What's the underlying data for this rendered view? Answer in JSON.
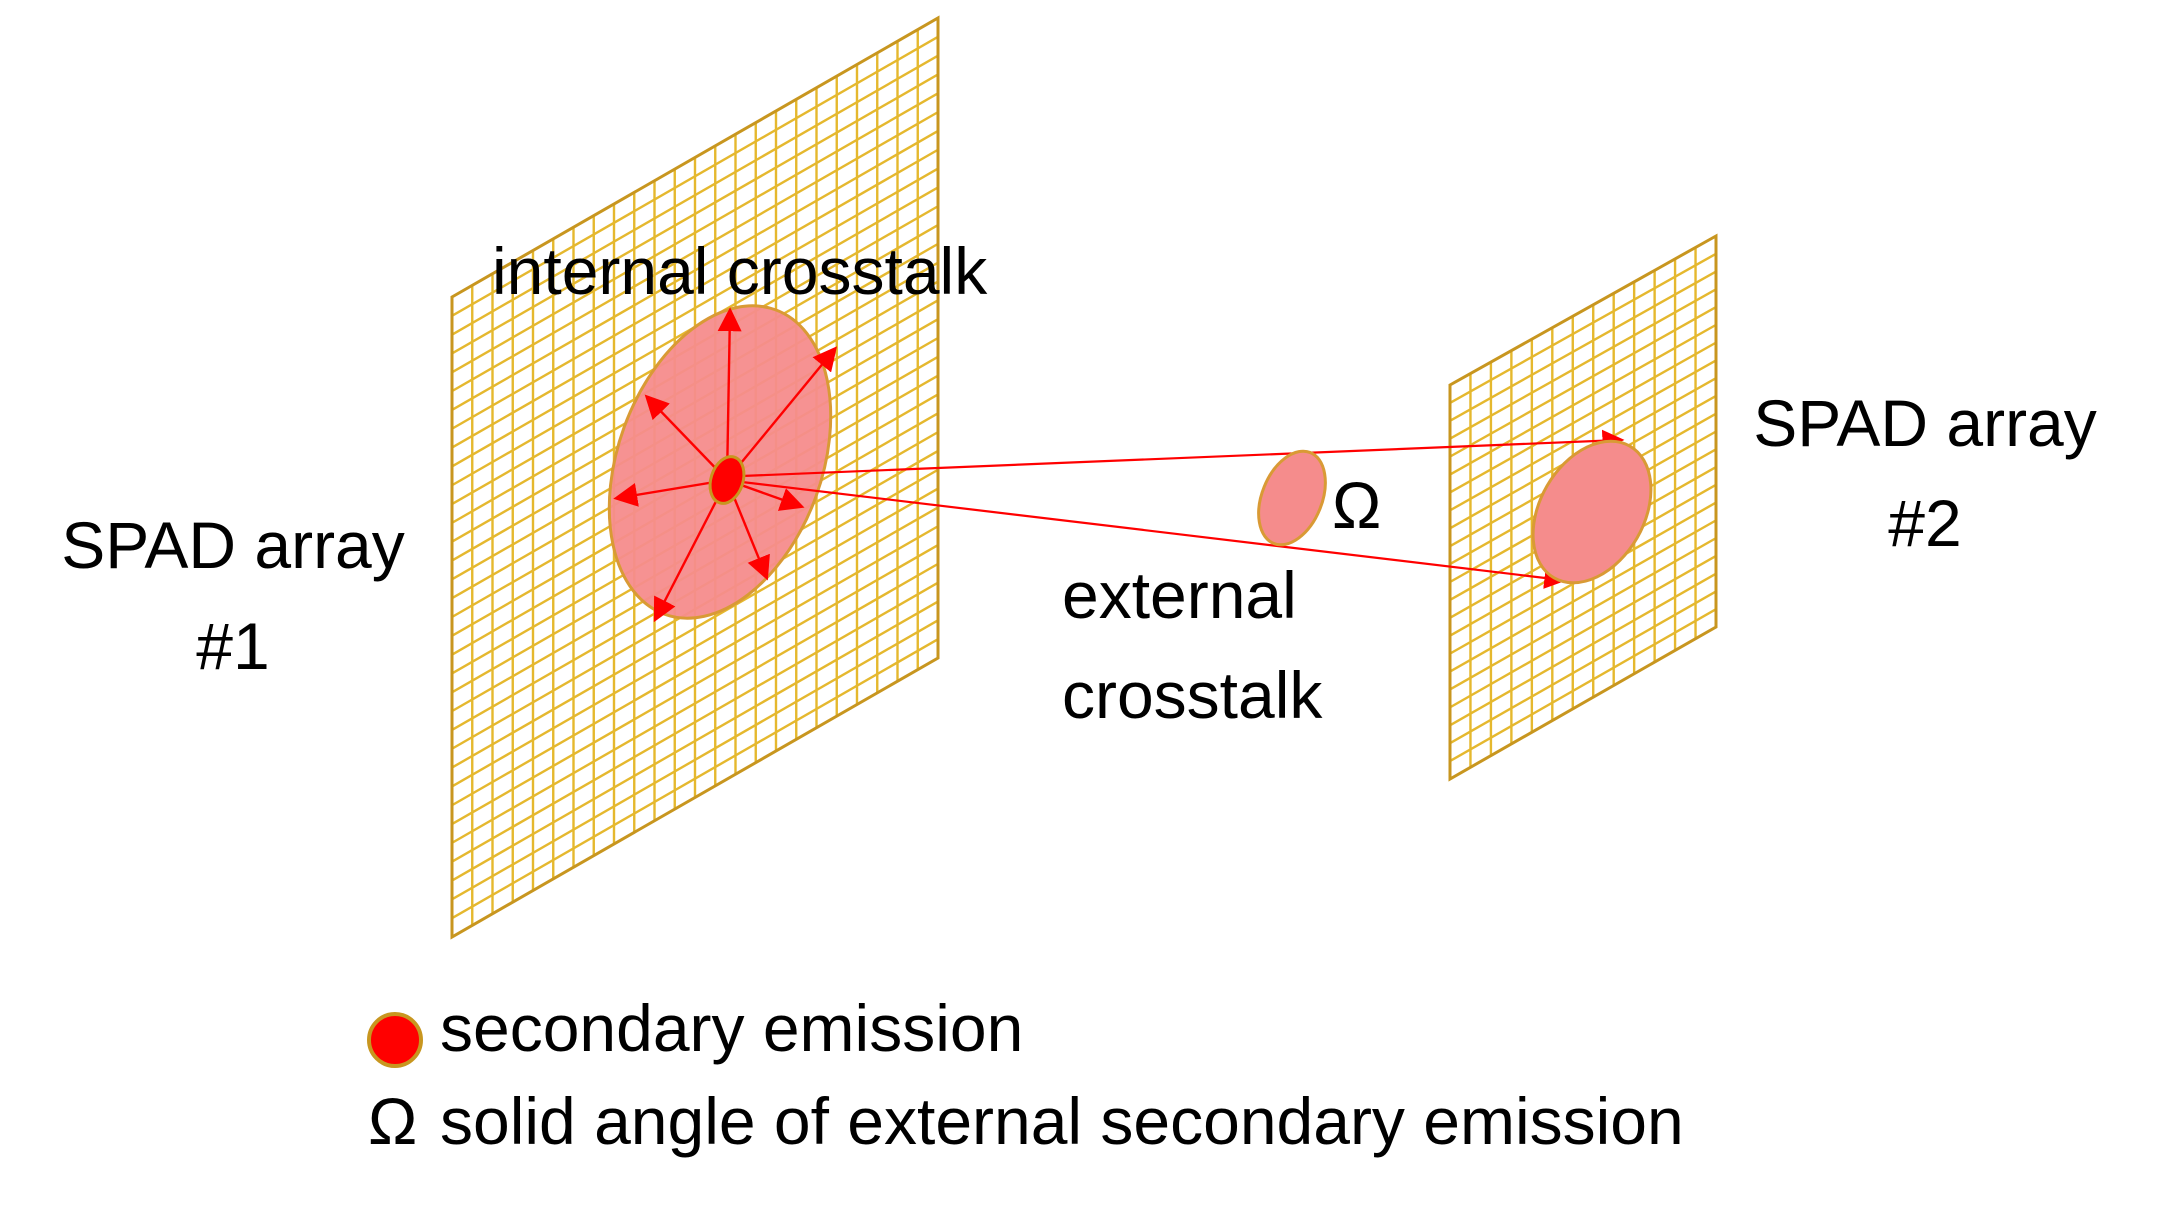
{
  "colors": {
    "grid": "#E5B82E",
    "grid_border": "#C8961F",
    "spot_fill": "#F58C8C",
    "spot_stroke": "#D99A35",
    "arrow": "#FF0000",
    "emitter_fill": "#FF0000",
    "emitter_stroke": "#C8961F",
    "text": "#000000"
  },
  "labels": {
    "internal_crosstalk": "internal crosstalk",
    "spad1_line1": "SPAD array",
    "spad1_line2": "#1",
    "spad2_line1": "SPAD array",
    "spad2_line2": "#2",
    "external_line1": "external",
    "external_line2": "crosstalk",
    "omega": "Ω"
  },
  "legend": {
    "emission_marker": "red-dot-icon",
    "emission_text": "secondary emission",
    "omega_symbol": "Ω",
    "omega_text": "solid angle of external secondary emission"
  }
}
